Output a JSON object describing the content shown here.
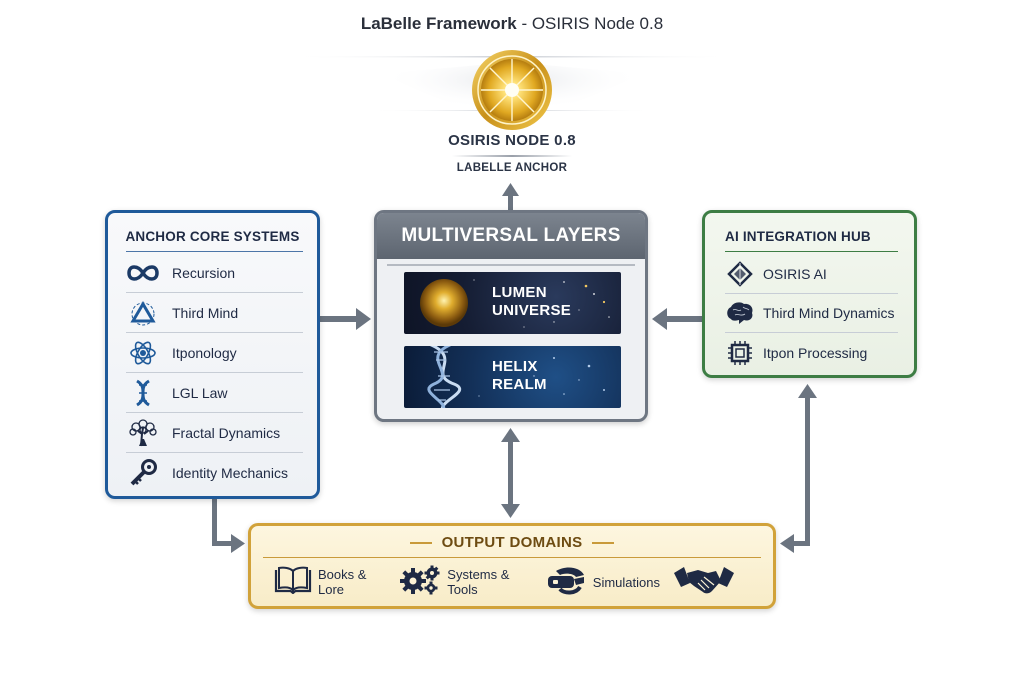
{
  "title": {
    "bold": "LaBelle Framework",
    "rest": " - OSIRIS Node 0.8"
  },
  "node": {
    "name": "OSIRIS NODE 0.8",
    "subtitle": "LABELLE ANCHOR",
    "icon": "golden-medallion-icon"
  },
  "anchor_core": {
    "title": "ANCHOR CORE SYSTEMS",
    "accent": "#1f5a9a",
    "items": [
      {
        "label": "Recursion",
        "icon": "infinity-icon"
      },
      {
        "label": "Third Mind",
        "icon": "triangle-icon"
      },
      {
        "label": "Itponology",
        "icon": "atom-icon"
      },
      {
        "label": "LGL Law",
        "icon": "dna-icon"
      },
      {
        "label": "Fractal Dynamics",
        "icon": "tree-icon"
      },
      {
        "label": "Identity Mechanics",
        "icon": "key-icon"
      }
    ]
  },
  "multiversal": {
    "title": "MULTIVERSAL LAYERS",
    "layers": [
      {
        "line1": "LUMEN",
        "line2": "UNIVERSE",
        "icon": "golden-orb-icon"
      },
      {
        "line1": "HELIX",
        "line2": "REALM",
        "icon": "dna-helix-icon"
      }
    ]
  },
  "ai_hub": {
    "title": "AI INTEGRATION HUB",
    "accent": "#3d7d44",
    "items": [
      {
        "label": "OSIRIS AI",
        "icon": "diamond-icon"
      },
      {
        "label": "Third Mind Dynamics",
        "icon": "brain-icon"
      },
      {
        "label": "Itpon Processing",
        "icon": "chip-icon"
      }
    ]
  },
  "output": {
    "title": "OUTPUT DOMAINS",
    "accent": "#d1a23a",
    "items": [
      {
        "label": "Books & Lore",
        "icon": "book-icon"
      },
      {
        "label": "Systems & Tools",
        "icon": "gears-icon"
      },
      {
        "label": "Simulations",
        "icon": "vr-headset-icon"
      },
      {
        "label": "",
        "icon": "handshake-icon"
      }
    ]
  }
}
